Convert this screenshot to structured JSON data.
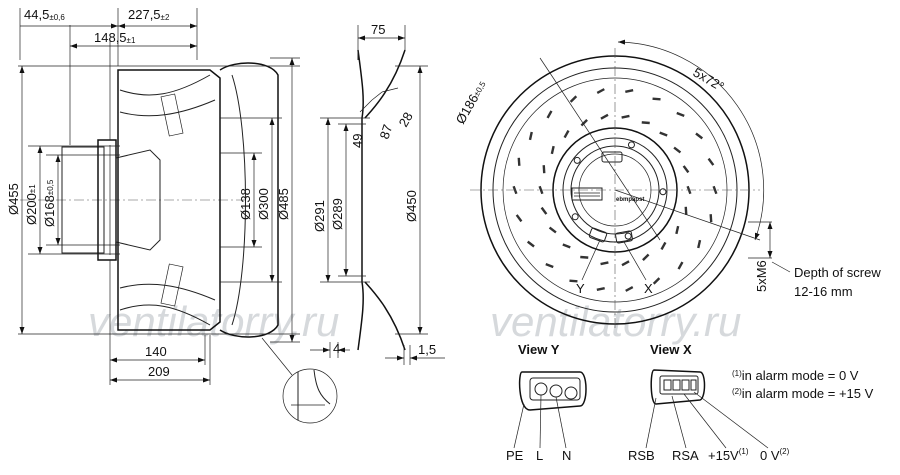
{
  "watermarks": [
    "ventilatorry.ru",
    "ventilatorry.ru"
  ],
  "side_view": {
    "dims": [
      {
        "id": "d44",
        "main": "44,5",
        "tol": "±0,6"
      },
      {
        "id": "d227",
        "main": "227,5",
        "tol": "±2"
      },
      {
        "id": "d148",
        "main": "148,5",
        "tol": "±1"
      },
      {
        "id": "d455",
        "main": "Ø455",
        "tol": ""
      },
      {
        "id": "d200",
        "main": "Ø200",
        "tol": "±1"
      },
      {
        "id": "d168",
        "main": "Ø168",
        "tol": "±0,5"
      },
      {
        "id": "d138",
        "main": "Ø138",
        "tol": ""
      },
      {
        "id": "d300",
        "main": "Ø300",
        "tol": ""
      },
      {
        "id": "d485",
        "main": "Ø485",
        "tol": ""
      },
      {
        "id": "d140",
        "main": "140",
        "tol": ""
      },
      {
        "id": "d209",
        "main": "209",
        "tol": ""
      }
    ]
  },
  "section_view": {
    "dims": [
      {
        "id": "s75",
        "main": "75"
      },
      {
        "id": "s49",
        "main": "49"
      },
      {
        "id": "s87",
        "main": "87"
      },
      {
        "id": "s28",
        "main": "28"
      },
      {
        "id": "s291",
        "main": "Ø291"
      },
      {
        "id": "s289",
        "main": "Ø289"
      },
      {
        "id": "s450",
        "main": "Ø450"
      },
      {
        "id": "s4",
        "main": "4"
      },
      {
        "id": "s15",
        "main": "1,5"
      }
    ]
  },
  "front_view": {
    "d186": {
      "main": "Ø186",
      "tol": "±0,5"
    },
    "angle": "5x72°",
    "screw": "5xM6",
    "screw_note_1": "Depth of screw",
    "screw_note_2": "12-16 mm",
    "y_label": "Y",
    "x_label": "X",
    "brand": "ebmpapst"
  },
  "view_y": {
    "title": "View Y",
    "pins": [
      "PE",
      "L",
      "N"
    ]
  },
  "view_x": {
    "title": "View X",
    "pins": [
      "RSB",
      "RSA",
      "+15V",
      "0 V"
    ],
    "pin_sup": [
      "",
      "",
      "(1)",
      "(2)"
    ]
  },
  "notes": [
    {
      "sup": "(1)",
      "text": "in alarm mode = 0 V"
    },
    {
      "sup": "(2)",
      "text": "in alarm mode = +15 V"
    }
  ]
}
